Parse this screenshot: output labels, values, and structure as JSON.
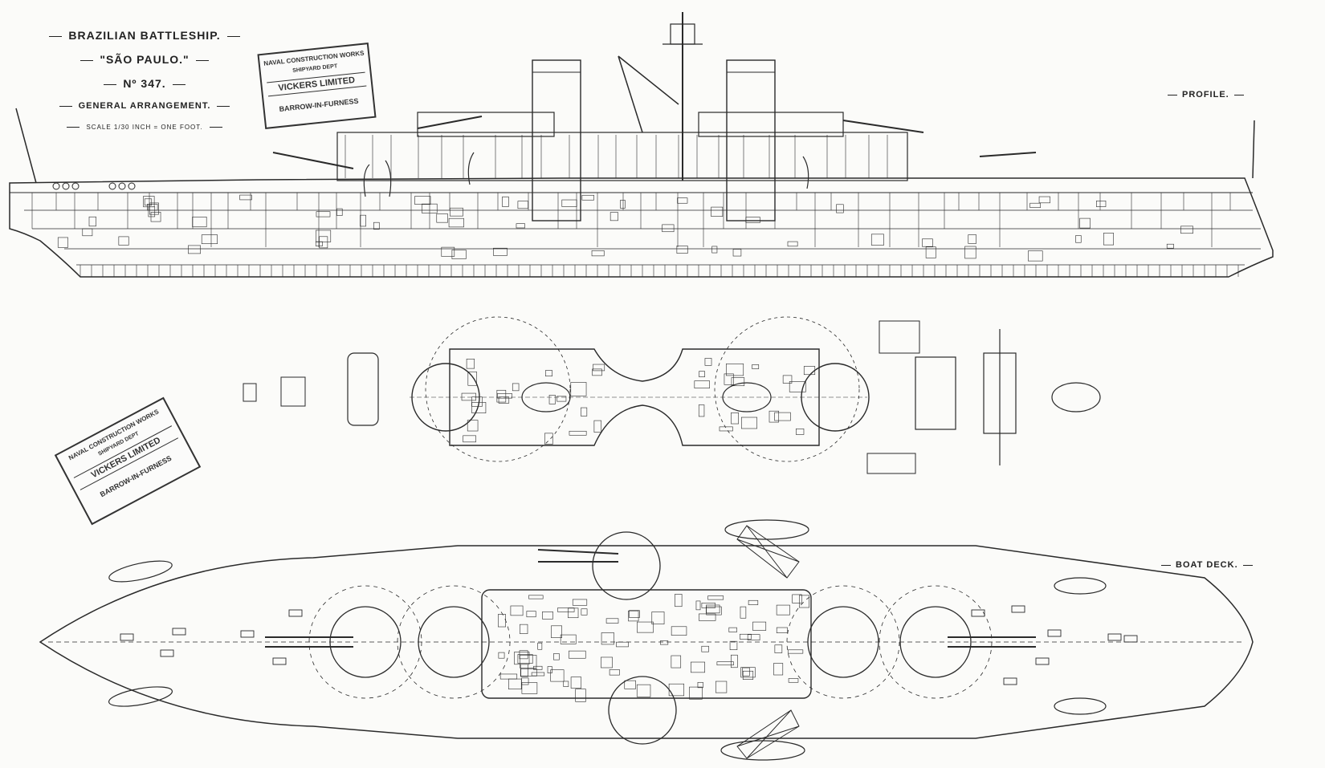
{
  "title_block": {
    "line1": "BRAZILIAN BATTLESHIP.",
    "line2": "\"SÃO PAULO.\"",
    "line3": "Nº 347.",
    "line4": "GENERAL ARRANGEMENT.",
    "line5": "SCALE 1/30 INCH = ONE FOOT."
  },
  "view_labels": {
    "profile": "PROFILE.",
    "boat_deck": "BOAT DECK."
  },
  "stamp": {
    "top": "NAVAL CONSTRUCTION WORKS",
    "middle": "SHIPYARD DEPT",
    "box": "VICKERS LIMITED",
    "bottom": "BARROW-IN-FURNESS"
  },
  "colors": {
    "ink": "#2a2a2a",
    "paper": "#fbfbf9"
  }
}
